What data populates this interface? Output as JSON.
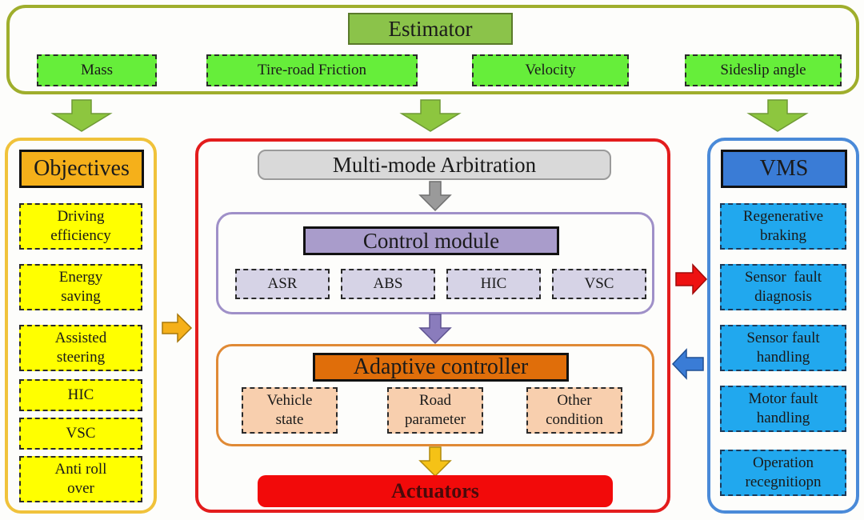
{
  "estimator": {
    "title": "Estimator",
    "items": [
      "Mass",
      "Tire-road Friction",
      "Velocity",
      "Sideslip angle"
    ]
  },
  "objectives": {
    "title": "Objectives",
    "items": [
      [
        "Driving",
        "efficiency"
      ],
      [
        "Energy",
        "saving"
      ],
      [
        "Assisted",
        "steering"
      ],
      [
        "HIC"
      ],
      [
        "VSC"
      ],
      [
        "Anti roll",
        "over"
      ]
    ]
  },
  "center": {
    "arbitration": "Multi-mode Arbitration",
    "control_module": {
      "title": "Control module",
      "items": [
        "ASR",
        "ABS",
        "HIC",
        "VSC"
      ]
    },
    "adaptive_controller": {
      "title": "Adaptive controller",
      "items": [
        [
          "Vehicle",
          "state"
        ],
        [
          "Road",
          "parameter"
        ],
        [
          "Other",
          "condition"
        ]
      ]
    },
    "actuators": "Actuators"
  },
  "vms": {
    "title": "VMS",
    "items": [
      [
        "Regenerative",
        "braking"
      ],
      [
        "Sensor  fault",
        "diagnosis"
      ],
      [
        "Sensor fault",
        "handling"
      ],
      [
        "Motor fault",
        "handling"
      ],
      [
        "Operation",
        "recegnitiopn"
      ]
    ]
  },
  "colors": {
    "estimator_border": "#9fae2c",
    "estimator_item": "#66ee3a",
    "objectives_border": "#f0c23a",
    "objectives_item": "#ffff00",
    "center_border": "#e31c1c",
    "control_module": "#a99ccb",
    "adaptive_controller": "#e06e0a",
    "actuators": "#f20a0a",
    "vms_border": "#4a8ad8",
    "vms_item": "#21a8ee"
  }
}
